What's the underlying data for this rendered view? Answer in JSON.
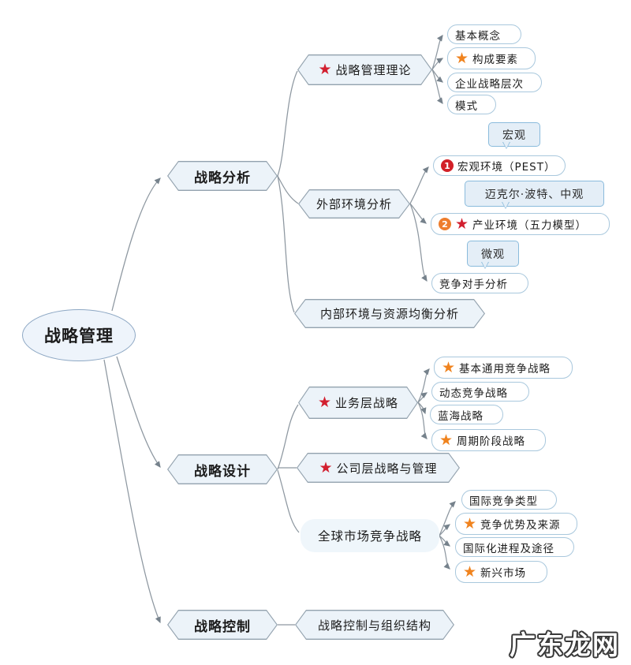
{
  "root": {
    "label": "战略管理"
  },
  "branches": [
    {
      "label": "战略分析",
      "children": [
        {
          "label": "战略管理理论",
          "marker": "red-star",
          "children": [
            {
              "label": "基本概念"
            },
            {
              "label": "构成要素",
              "marker": "orange-star"
            },
            {
              "label": "企业战略层次"
            },
            {
              "label": "模式"
            }
          ]
        },
        {
          "label": "外部环境分析",
          "children": [
            {
              "label": "宏观环境（PEST）",
              "badge": "1",
              "callout": "宏观"
            },
            {
              "label": "产业环境（五力模型）",
              "badge": "2",
              "marker": "red-star",
              "callout": "迈克尔·波特、中观"
            },
            {
              "label": "竞争对手分析",
              "callout": "微观"
            }
          ]
        },
        {
          "label": "内部环境与资源均衡分析"
        }
      ]
    },
    {
      "label": "战略设计",
      "children": [
        {
          "label": "业务层战略",
          "marker": "red-star",
          "children": [
            {
              "label": "基本通用竞争战略",
              "marker": "orange-star"
            },
            {
              "label": "动态竞争战略"
            },
            {
              "label": "蓝海战略"
            },
            {
              "label": "周期阶段战略",
              "marker": "orange-star"
            }
          ]
        },
        {
          "label": "公司层战略与管理",
          "marker": "red-star"
        },
        {
          "label": "全球市场竞争战略",
          "children": [
            {
              "label": "国际竞争类型"
            },
            {
              "label": "竞争优势及来源",
              "marker": "orange-star"
            },
            {
              "label": "国际化进程及途径"
            },
            {
              "label": "新兴市场",
              "marker": "orange-star"
            }
          ]
        }
      ]
    },
    {
      "label": "战略控制",
      "children": [
        {
          "label": "战略控制与组织结构"
        }
      ]
    }
  ],
  "icons": {
    "star_glyph": "★"
  },
  "colors": {
    "red": "#d21f2f",
    "orange": "#ee7d2d",
    "node_fill": "#ecf3f9",
    "node_border": "#93a2ae",
    "pill_border": "#a9c8dd",
    "callout_fill": "#e4eef7",
    "callout_border": "#8abbdc",
    "edge": "#8d97a0"
  },
  "watermark": {
    "text": "广东龙网"
  }
}
